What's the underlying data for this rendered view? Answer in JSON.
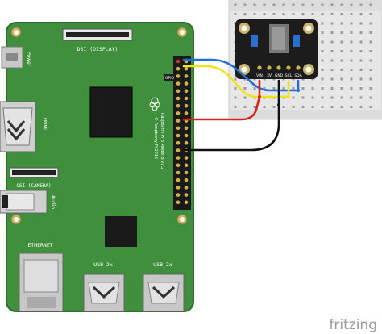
{
  "board": {
    "power_label": "Power",
    "dsi_label": "DSI (DISPLAY)",
    "hdmi_label": "HDMI",
    "csi_label": "CSI (CAMERA)",
    "audio_label": "Audio",
    "ethernet_label": "ETHERNET",
    "usb1_label": "USB 2x",
    "usb2_label": "USB 2x",
    "model_label": "Raspberry Pi 3 Model B v1.2",
    "copyright_label": "© Raspberry Pi 2015",
    "gpio_label": "GPIO"
  },
  "breakout": {
    "pin_labels": [
      "VIN",
      "3V",
      "GND",
      "SCL",
      "SDA"
    ]
  },
  "colors": {
    "pcb": "#3f8f3d",
    "pcb_edge": "#2f6f2e",
    "chip": "#1a1a1a",
    "breadboard": "#e8e8e8",
    "breakout": "#1c1c1c",
    "wire_blue": "#1f6fd6",
    "wire_yellow": "#f2e21a",
    "wire_red": "#d8231a",
    "wire_black": "#111111"
  },
  "watermark": "fritzing"
}
